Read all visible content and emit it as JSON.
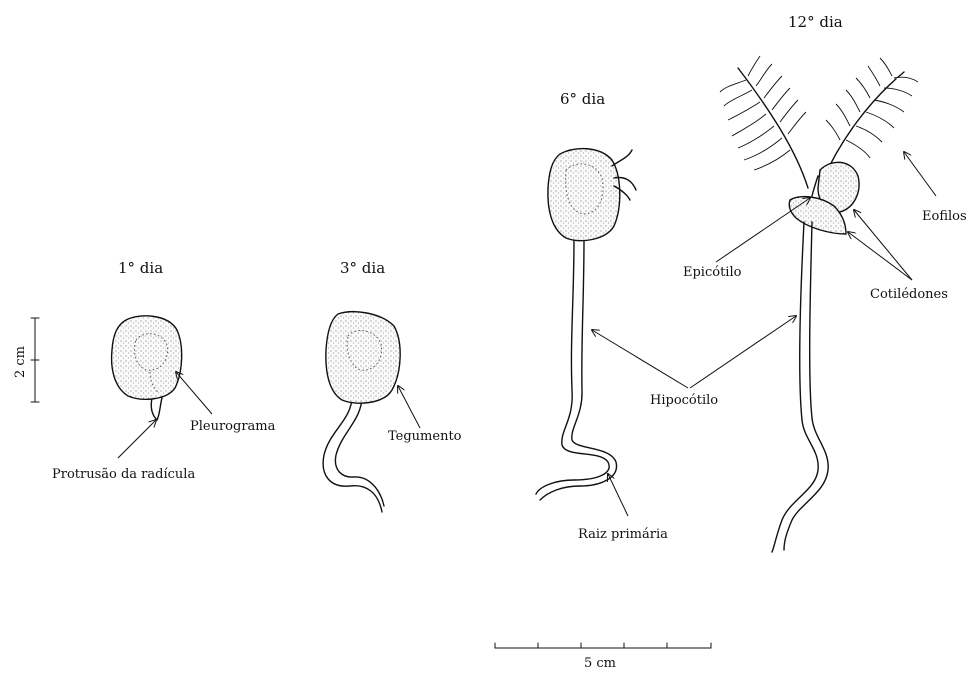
{
  "stages": {
    "day1": "1° dia",
    "day3": "3° dia",
    "day6": "6° dia",
    "day12": "12° dia"
  },
  "labels": {
    "pleurograma": "Pleurograma",
    "protrusao": "Protrusão da radícula",
    "tegumento": "Tegumento",
    "raiz": "Raiz primária",
    "hipocotilo": "Hipocótilo",
    "epicotilo": "Epicótilo",
    "cotiledones": "Cotilédones",
    "eofilos": "Eofilos"
  },
  "scales": {
    "vertical": "2 cm",
    "horizontal": "5 cm"
  }
}
